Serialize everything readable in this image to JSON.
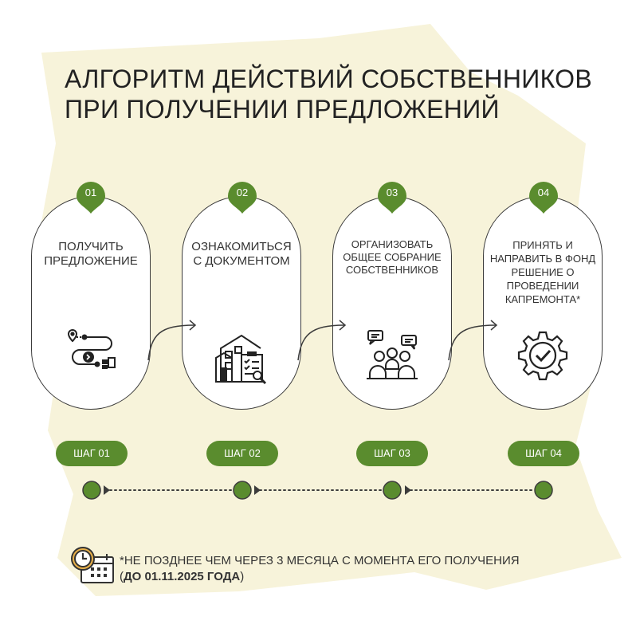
{
  "title": {
    "line1": "АЛГОРИТМ ДЕЙСТВИЙ СОБСТВЕННИКОВ",
    "line2": "ПРИ ПОЛУЧЕНИИ ПРЕДЛОЖЕНИЙ"
  },
  "colors": {
    "accent": "#5a8c2e",
    "blob": "#f7f3da",
    "outline": "#3c3c3c"
  },
  "cards": [
    {
      "number": "01",
      "text": "ПОЛУЧИТЬ ПРЕДЛОЖЕНИЕ",
      "icon": "route-delivery-icon",
      "step": "ШАГ 01"
    },
    {
      "number": "02",
      "text": "ОЗНАКОМИТЬСЯ С ДОКУМЕНТОМ",
      "icon": "building-document-icon",
      "step": "ШАГ 02"
    },
    {
      "number": "03",
      "text": "ОРГАНИЗОВАТЬ ОБЩЕЕ СОБРАНИЕ СОБСТВЕННИКОВ",
      "icon": "meeting-chat-icon",
      "step": "ШАГ 03"
    },
    {
      "number": "04",
      "text": "ПРИНЯТЬ И НАПРАВИТЬ В ФОНД РЕШЕНИЕ О ПРОВЕДЕНИИ КАПРЕМОНТА*",
      "icon": "gear-check-icon",
      "step": "ШАГ 04"
    }
  ],
  "footnote": {
    "icon": "clock-calendar-icon",
    "line1": "*НЕ ПОЗДНЕЕ ЧЕМ ЧЕРЕЗ 3 МЕСЯЦА С МОМЕНТА ЕГО ПОЛУЧЕНИЯ",
    "line2_open": "(",
    "line2_bold": "ДО 01.11.2025 ГОДА",
    "line2_close": ")"
  }
}
